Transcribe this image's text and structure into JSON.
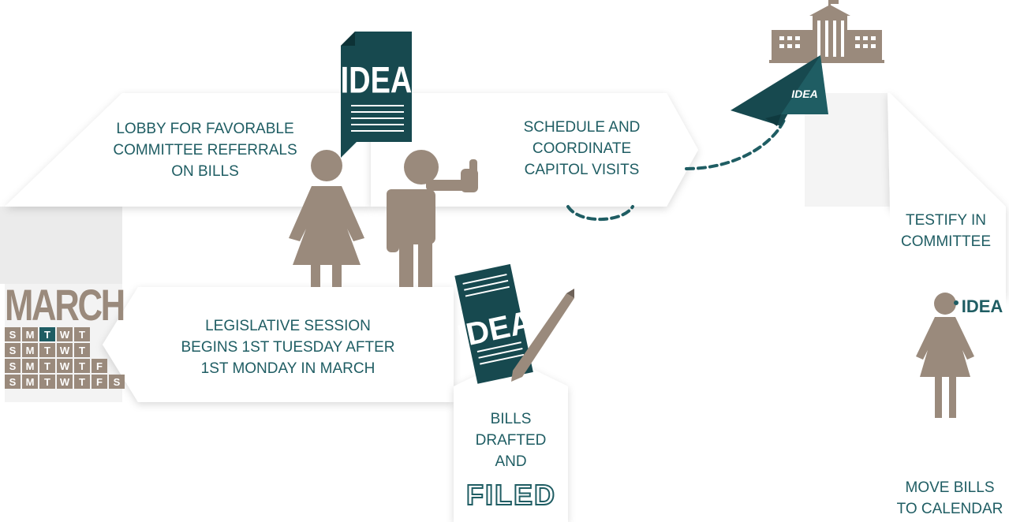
{
  "colors": {
    "teal": "#1f5d63",
    "dark_teal": "#17494f",
    "taupe": "#9a8a7c",
    "arrow_fill": "#ffffff",
    "shadow": "#d9d9d9"
  },
  "steps": {
    "legislative_session": "LEGISLATIVE SESSION\nBEGINS 1ST TUESDAY AFTER\n1ST MONDAY IN MARCH",
    "lobby": "LOBBY FOR FAVORABLE\nCOMMITTEE REFERRALS\nON BILLS",
    "schedule": "SCHEDULE AND\nCOORDINATE\nCAPITOL VISITS",
    "testify": "TESTIFY IN\nCOMMITTEE",
    "move_bills": "MOVE BILLS\nTO CALENDAR",
    "bills_drafted": "BILLS\nDRAFTED\nAND"
  },
  "calendar": {
    "month": "MARCH",
    "rows": [
      [
        "S",
        "M",
        "T",
        "W",
        "T"
      ],
      [
        "S",
        "M",
        "T",
        "W",
        "T"
      ],
      [
        "S",
        "M",
        "T",
        "W",
        "T",
        "F"
      ],
      [
        "S",
        "M",
        "T",
        "W",
        "T",
        "F",
        "S"
      ]
    ],
    "highlight": "T"
  },
  "icons": {
    "idea_word": "IDEA",
    "filed_word": "FILED"
  }
}
